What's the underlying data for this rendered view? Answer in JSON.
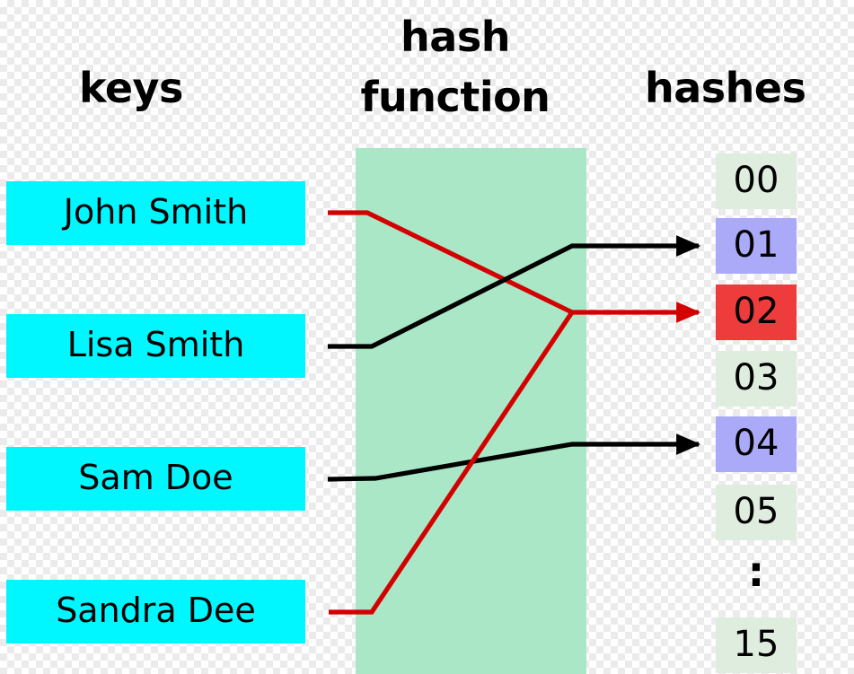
{
  "headings": {
    "keys": "keys",
    "hash_function": "hash function",
    "hashes": "hashes"
  },
  "keys": [
    {
      "label": "John Smith"
    },
    {
      "label": "Lisa Smith"
    },
    {
      "label": "Sam Doe"
    },
    {
      "label": "Sandra Dee"
    }
  ],
  "hashes": [
    {
      "label": "00",
      "state": "empty"
    },
    {
      "label": "01",
      "state": "occupied"
    },
    {
      "label": "02",
      "state": "collision"
    },
    {
      "label": "03",
      "state": "empty"
    },
    {
      "label": "04",
      "state": "occupied"
    },
    {
      "label": "05",
      "state": "empty"
    },
    {
      "label": "15",
      "state": "empty"
    }
  ],
  "hash_ellipsis": ":",
  "mappings": [
    {
      "key": "John Smith",
      "hash": "02",
      "color": "red"
    },
    {
      "key": "Lisa Smith",
      "hash": "01",
      "color": "black"
    },
    {
      "key": "Sam Doe",
      "hash": "04",
      "color": "black"
    },
    {
      "key": "Sandra Dee",
      "hash": "02",
      "color": "red"
    }
  ],
  "colors": {
    "key_box": "#00f7ff",
    "hash_band": "#a9e7c6",
    "cell_empty": "#dfeddf",
    "cell_occupied": "#aaaaf8",
    "cell_collision": "#ee3b3b",
    "arrow_black": "#000000",
    "arrow_red": "#d40000",
    "text": "#000000",
    "checker_light": "#ffffff",
    "checker_dark": "#ebebeb"
  }
}
